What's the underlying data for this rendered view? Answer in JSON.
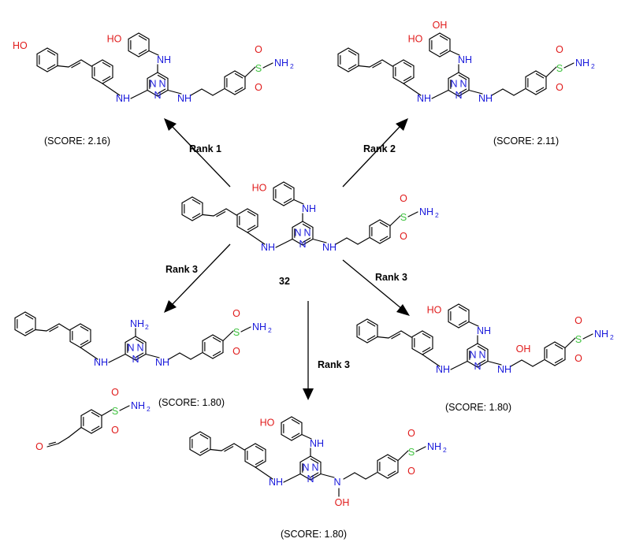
{
  "colors": {
    "nitrogen": "#1a1adb",
    "oxygen": "#e01b1b",
    "sulfur": "#3ec23e",
    "carbon": "#000000"
  },
  "center": {
    "label": "32"
  },
  "arrows": [
    {
      "label": "Rank 1"
    },
    {
      "label": "Rank 2"
    },
    {
      "label": "Rank 3"
    },
    {
      "label": "Rank 3"
    },
    {
      "label": "Rank 3"
    }
  ],
  "products": {
    "top_left": {
      "score": "(SCORE: 2.16)"
    },
    "top_right": {
      "score": "(SCORE: 2.11)"
    },
    "bottom_left": {
      "score": "(SCORE: 1.80)"
    },
    "bottom_center": {
      "score": "(SCORE: 1.80)"
    },
    "bottom_right": {
      "score": "(SCORE: 1.80)"
    }
  },
  "atom_labels": {
    "NH": "NH",
    "N": "N",
    "HO": "HO",
    "OH": "OH",
    "O": "O",
    "S": "S",
    "NH2_N": "NH",
    "NH2_sub": "2",
    "H2N_N": "NH",
    "H2_sub": "2"
  }
}
